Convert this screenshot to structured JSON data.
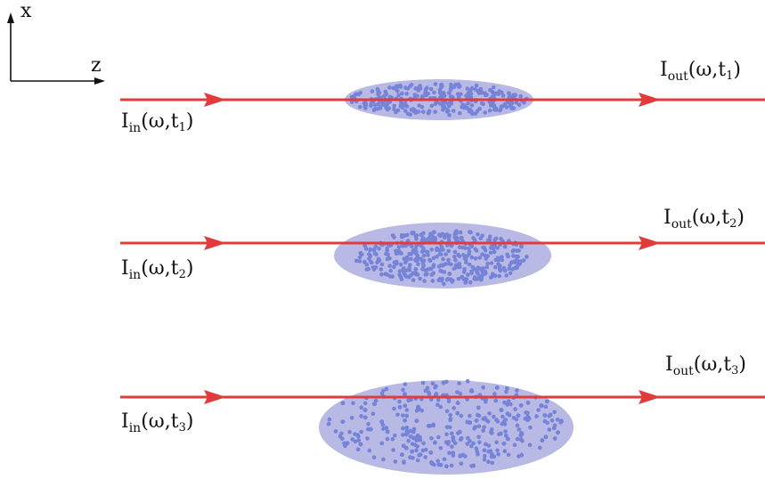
{
  "axes": {
    "vertical_label": "x",
    "horizontal_label": "z"
  },
  "colors": {
    "beam": "#e23b3b",
    "cloud_fill": "#b9b9e6",
    "atom": "#7684d8",
    "text": "#111111"
  },
  "rows": [
    {
      "input": {
        "symbol": "I",
        "subscript": "in",
        "open": "(ω,t",
        "time_index": "1",
        "close": ")"
      },
      "output": {
        "symbol": "I",
        "subscript": "out",
        "open": "(ω,t",
        "time_index": "1",
        "close": ")"
      }
    },
    {
      "input": {
        "symbol": "I",
        "subscript": "in",
        "open": "(ω,t",
        "time_index": "2",
        "close": ")"
      },
      "output": {
        "symbol": "I",
        "subscript": "out",
        "open": "(ω,t",
        "time_index": "2",
        "close": ")"
      }
    },
    {
      "input": {
        "symbol": "I",
        "subscript": "in",
        "open": "(ω,t",
        "time_index": "3",
        "close": ")"
      },
      "output": {
        "symbol": "I",
        "subscript": "out",
        "open": "(ω,t",
        "time_index": "3",
        "close": ")"
      }
    }
  ]
}
